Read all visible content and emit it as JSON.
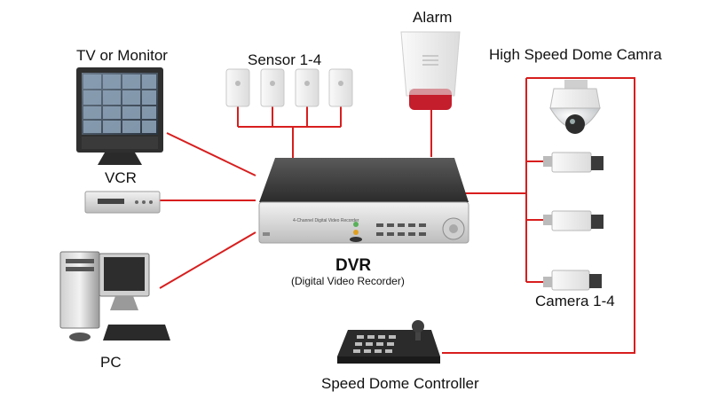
{
  "labels": {
    "tv": "TV or Monitor",
    "sensors": "Sensor 1-4",
    "alarm": "Alarm",
    "dome_camera": "High Speed Dome Camra",
    "vcr": "VCR",
    "dvr": "DVR",
    "dvr_full": "(Digital Video Recorder)",
    "cameras": "Camera 1-4",
    "pc": "PC",
    "controller": "Speed Dome Controller",
    "dvr_faceplate": "4-Channel Digital Video Recorder"
  },
  "colors": {
    "connector": "#d81e1e",
    "text": "#111111"
  },
  "icons": [
    "monitor-icon",
    "sensor-icon",
    "alarm-icon",
    "dome-camera-icon",
    "box-camera-icon",
    "vcr-icon",
    "dvr-icon",
    "pc-icon",
    "controller-icon"
  ]
}
